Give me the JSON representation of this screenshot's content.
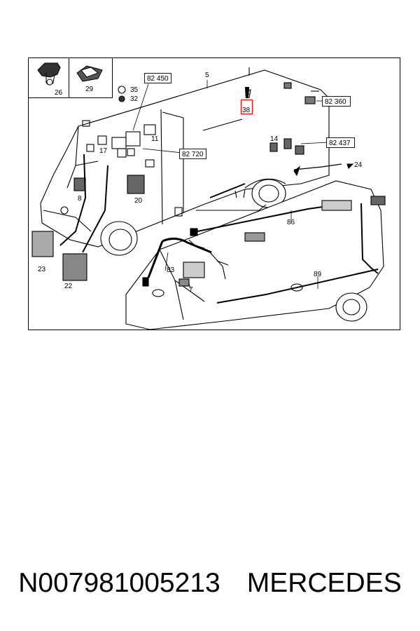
{
  "diagram": {
    "callouts": [
      {
        "id": "c26",
        "label": "26"
      },
      {
        "id": "c29",
        "label": "29"
      },
      {
        "id": "c35",
        "label": "35"
      },
      {
        "id": "c32",
        "label": "32"
      },
      {
        "id": "c11",
        "label": "11"
      },
      {
        "id": "c5",
        "label": "5"
      },
      {
        "id": "c38",
        "label": "38"
      },
      {
        "id": "c17",
        "label": "17"
      },
      {
        "id": "c8",
        "label": "8"
      },
      {
        "id": "c20",
        "label": "20"
      },
      {
        "id": "c14",
        "label": "14"
      },
      {
        "id": "c24",
        "label": "24"
      },
      {
        "id": "c23",
        "label": "23"
      },
      {
        "id": "c22",
        "label": "22"
      },
      {
        "id": "c86",
        "label": "86"
      },
      {
        "id": "c83",
        "label": "83"
      },
      {
        "id": "c7",
        "label": "7"
      },
      {
        "id": "c89",
        "label": "89"
      }
    ],
    "boxed_refs": [
      {
        "id": "r82450",
        "label": "82 450"
      },
      {
        "id": "r82720",
        "label": "82 720"
      },
      {
        "id": "r82360",
        "label": "82 360"
      },
      {
        "id": "r82437",
        "label": "82 437"
      }
    ],
    "highlight_color": "#e8191f"
  },
  "caption": {
    "part_number": "N007981005213",
    "brand": "MERCEDES"
  }
}
